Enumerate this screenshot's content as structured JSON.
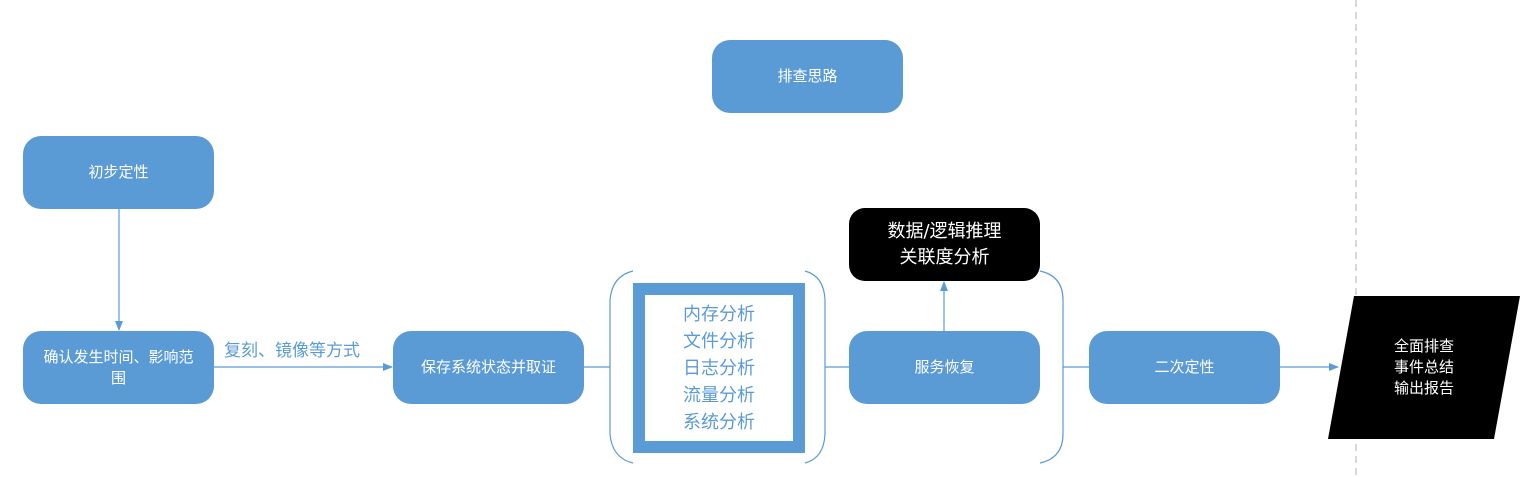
{
  "title": "排查思路",
  "nodes": {
    "initial": "初步定性",
    "confirm_line1": "确认发生时间、影响范",
    "confirm_line2": "围",
    "preserve": "保存系统状态并取证",
    "recover": "服务恢复",
    "reasoning_line1": "数据/逻辑推理",
    "reasoning_line2": "关联度分析",
    "second": "二次定性",
    "output_lines": [
      "全面排查",
      "事件总结",
      "输出报告"
    ]
  },
  "edge_label": "复刻、镜像等方式",
  "analysis_items": [
    "内存分析",
    "文件分析",
    "日志分析",
    "流量分析",
    "系统分析"
  ],
  "colors": {
    "node": "#5b9bd5",
    "dark": "#000000",
    "line": "#5b9bd5",
    "divider": "#bfbfbf"
  }
}
